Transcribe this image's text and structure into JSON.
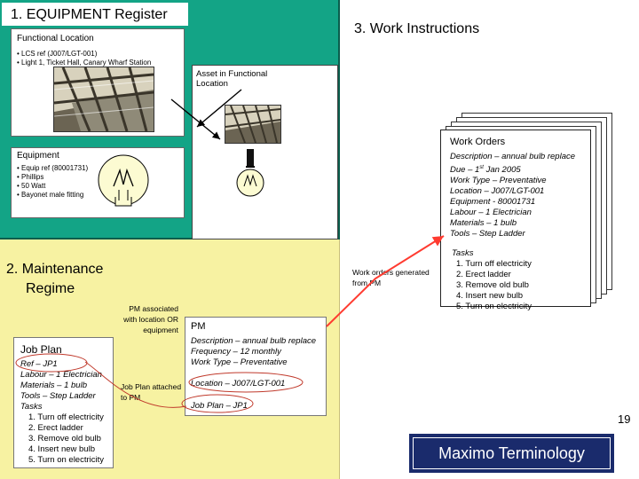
{
  "equipment_register": {
    "title": "1. EQUIPMENT Register",
    "functional_location": {
      "label": "Functional Location",
      "bullets": [
        "LCS ref (J007/LGT-001)",
        "Light 1, Ticket Hall, Canary Wharf Station"
      ]
    },
    "equipment": {
      "label": "Equipment",
      "bullets": [
        "Equip ref (80001731)",
        "Phillips",
        "50 Watt",
        "Bayonet male fitting"
      ]
    }
  },
  "work_instructions": {
    "title": "3. Work Instructions",
    "asset_label": "Asset in Functional Location",
    "work_orders": {
      "title": "Work Orders",
      "lines": [
        "Description – annual bulb replace",
        "Work Type – Preventative",
        "Location – J007/LGT-001",
        "Equipment - 80001731",
        "Labour – 1 Electrician",
        "Materials – 1 bulb",
        "Tools – Step Ladder"
      ],
      "due_prefix": "Due – 1",
      "due_sup": "st",
      "due_suffix": " Jan 2005",
      "tasks_label": "Tasks",
      "tasks": [
        "1. Turn off electricity",
        "2. Erect ladder",
        "3. Remove old bulb",
        "4. Insert new bulb",
        "5. Turn on electricity"
      ]
    },
    "generated_note": "Work orders generated from PM"
  },
  "maintenance_regime": {
    "title_line1": "2. Maintenance",
    "title_line2": "Regime",
    "pm_assoc_note": "PM associated with location OR equipment",
    "job_plan_note": "Job Plan attached to PM",
    "job_plan": {
      "title": "Job Plan",
      "lines": [
        "Ref – JP1",
        "Labour – 1 Electrician",
        "Materials – 1 bulb",
        "Tools – Step Ladder",
        "Tasks"
      ],
      "tasks": [
        "1. Turn off electricity",
        "2. Erect ladder",
        "3. Remove old bulb",
        "4. Insert new bulb",
        "5. Turn on electricity"
      ]
    },
    "pm": {
      "title": "PM",
      "lines": [
        "Description – annual bulb replace",
        "Frequency – 12 monthly",
        "Work Type – Preventative"
      ],
      "location": "Location – J007/LGT-001",
      "job_plan": "Job Plan – JP1"
    }
  },
  "slide_number": "19",
  "footer_title": "Maximo Terminology",
  "colors": {
    "equipment_bg": "#13a486",
    "maintenance_bg": "#f7f2a2",
    "footer_bg": "#1a2b6c",
    "arrow": "#ff3b30",
    "ellipse": "#c0392b"
  }
}
